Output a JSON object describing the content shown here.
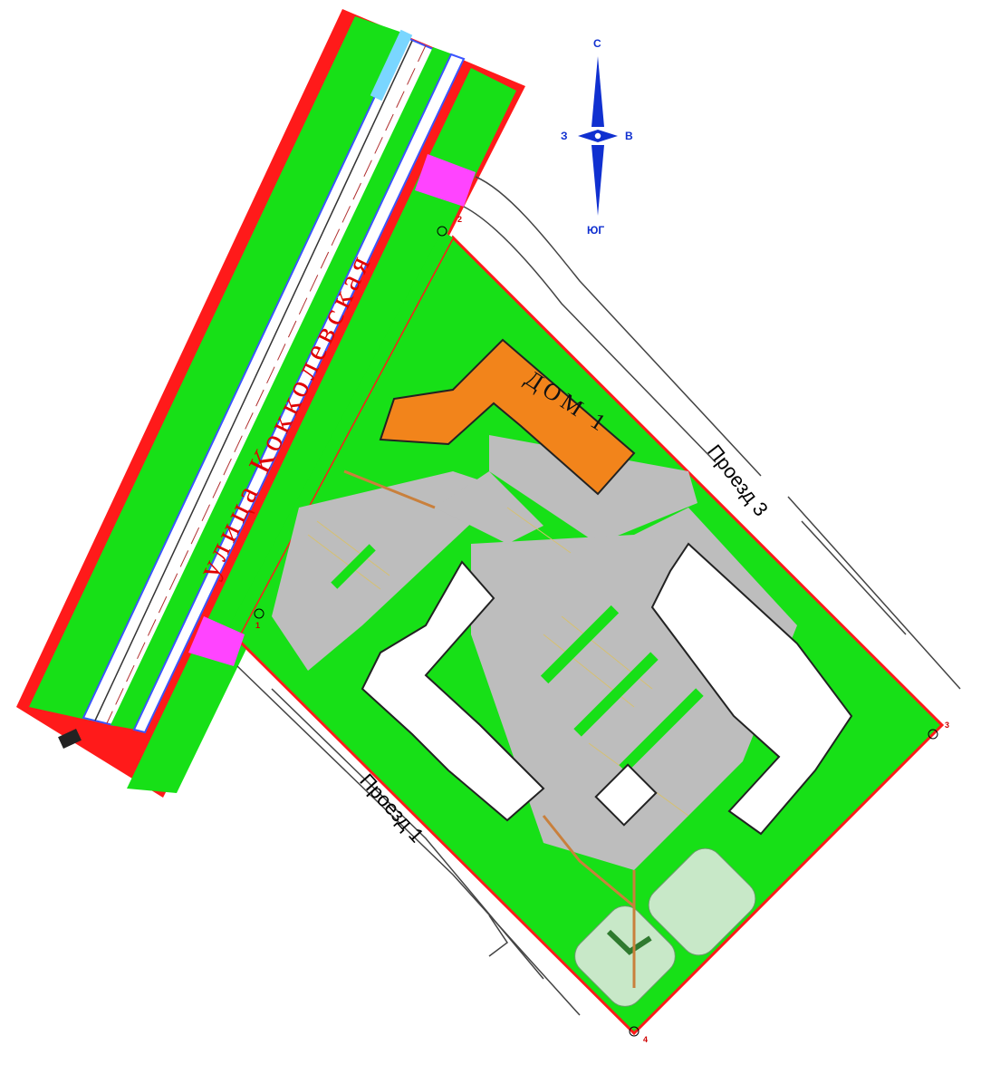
{
  "street": {
    "name": "улица Кокколевская"
  },
  "house": {
    "label": "ДОМ 1"
  },
  "roads": {
    "road1": "Проезд 1",
    "road3": "Проезд 3"
  },
  "compass": {
    "north": "С",
    "south": "ЮГ",
    "west": "З",
    "east": "В"
  },
  "markers": {
    "m1": "1",
    "m2": "2",
    "m3": "3",
    "m4": "4"
  },
  "colors": {
    "lawn": "#17e017",
    "asphalt": "#bdbdbd",
    "building": "#ffffff",
    "house_highlight": "#f2841b",
    "crossing": "#ff44ff",
    "boundary": "#ff1010",
    "compass": "#1030d0",
    "path": "#c9803c"
  }
}
